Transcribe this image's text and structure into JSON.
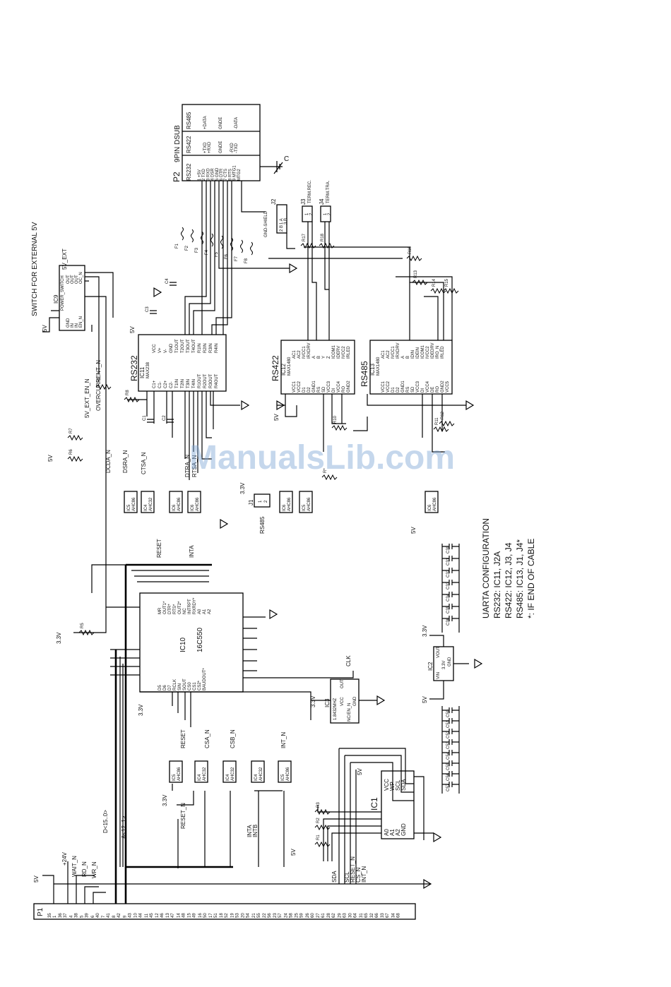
{
  "watermark": "ManualsLib.com",
  "connector_p2": {
    "ref": "P2",
    "title": "9PIN DSUB",
    "col_rs232": "RS232",
    "col_rs422": "RS422",
    "col_rs485": "RS485",
    "pins": [
      "1 +5V",
      "2 TXD",
      "3 RXD",
      "4 DSR",
      "5 GND",
      "6 DTR",
      "7 CTS",
      "8 RTS",
      "9 MTG1",
      "MTG2"
    ],
    "rs422": [
      "+TXD",
      "+RXD",
      "GNDE",
      "-RXD",
      "-TXD"
    ],
    "rs485": [
      "+DATA",
      "GNDE",
      "-DATA"
    ],
    "chassis": "C"
  },
  "jumpers": {
    "j2": "J2",
    "j2_pins": [
      "1 A",
      "2 B",
      "3 B"
    ],
    "gnd_shield": "GND-SHIELD",
    "j3": "J3",
    "j3_label": "TERM.REC.",
    "j4": "J4",
    "j4_label": "TERM.TRA.",
    "j1": "J1",
    "j1_label": "RS485",
    "pin1": "1",
    "pin2": "2"
  },
  "ferrites": [
    "F1",
    "F2",
    "F3",
    "F4",
    "F5",
    "F6",
    "F7",
    "F8"
  ],
  "resistors": [
    "R1",
    "R2",
    "R3",
    "R5",
    "R6",
    "R7",
    "R8",
    "R9",
    "R10",
    "R11",
    "R12",
    "R13",
    "R14",
    "R15",
    "R16",
    "R17",
    "R18",
    "R*"
  ],
  "caps": [
    "C1",
    "C2",
    "C3",
    "C4",
    "C30",
    "C31",
    "C32",
    "C33",
    "C34",
    "C35",
    "C36",
    "C50",
    "C51",
    "C52",
    "C53",
    "C54",
    "C55",
    "C56",
    "C57"
  ],
  "power": {
    "v5": "5V",
    "v33": "3.3V",
    "v24": "+24V",
    "v5ext": "5V_EXT"
  },
  "ic9": {
    "ref": "IC9",
    "part": "POWER_SWITCH",
    "title": "SWITCH FOR EXTERNAL 5V",
    "pins": [
      "GND",
      "IN",
      "IN",
      "EN_N",
      "OUT",
      "OUT",
      "OUT",
      "OC_N"
    ]
  },
  "ic11": {
    "ref": "IC11",
    "part": "MAX238",
    "title": "RS232",
    "left_pins": [
      "C1+",
      "C1-",
      "C2+",
      "C2-",
      "T1IN",
      "T2IN",
      "T3IN",
      "T4IN",
      "R1OUT",
      "R2OUT",
      "R3OUT",
      "R4OUT"
    ],
    "right_pins": [
      "VCC",
      "V+",
      "V-",
      "GND",
      "T1OUT",
      "T2OUT",
      "T3OUT",
      "T4OUT",
      "R1IN",
      "R2IN",
      "R3IN",
      "R4IN"
    ]
  },
  "ic12": {
    "ref": "IC12",
    "part": "MAX1480",
    "title": "RS422",
    "left_pins": [
      "VCC1",
      "VCC2",
      "D1",
      "D2",
      "GND1",
      "RS",
      "SD",
      "VCC3",
      "DI",
      "VCC4",
      "RO",
      "GND2"
    ],
    "right_pins": [
      "AC1",
      "AC2",
      "IVCC1",
      "IRXDRV",
      "A",
      "B",
      "Y",
      "Z",
      "ICOM1",
      "IDERV",
      "IVCC2",
      "IRLED"
    ]
  },
  "ic13": {
    "ref": "IC13",
    "part": "MAX1480",
    "title": "RS485",
    "left_pins": [
      "VCC1",
      "VCC2",
      "D1",
      "D2",
      "GND1",
      "RS",
      "SD",
      "VCC3",
      "DI",
      "VCC4",
      "DE",
      "RO",
      "GND2",
      "VCC5"
    ],
    "right_pins": [
      "AC1",
      "AC2",
      "IVCC1",
      "IRXDRV",
      "A",
      "B",
      "IDIN",
      "IDEIN",
      "ICOM1",
      "IVCC2",
      "IDEDRV",
      "IRO_N",
      "IRLED"
    ]
  },
  "ic10": {
    "ref": "IC10",
    "part": "16C550",
    "top_pins": [
      "MR",
      "OUT1*",
      "DTR*",
      "RTS*",
      "OUT2*",
      "NC",
      "INTRPT",
      "RXRDY*",
      "A0",
      "A1",
      "A2"
    ],
    "bottom_pins": [
      "D5",
      "D6",
      "D7",
      "RCLK",
      "SIN",
      "SOUT",
      "CS0",
      "CS1",
      "CS2*",
      "BAUDOUT*"
    ]
  },
  "ic3": {
    "ref": "IC3",
    "part": "1.8432MHZ",
    "pins": [
      "VCC",
      "OUT",
      "NC/EN_N",
      "GND"
    ]
  },
  "ic2": {
    "ref": "IC2",
    "pins": [
      "VIN",
      "VOUT",
      "3.3V",
      "GND"
    ]
  },
  "ic1": {
    "ref": "IC1",
    "pins": [
      "A0",
      "A1",
      "A2",
      "GND",
      "VCC",
      "WP",
      "SCL",
      "SDA"
    ]
  },
  "gates": [
    "AHC86",
    "AHC32",
    "AHC86",
    "AHC86",
    "AHC86",
    "AHC86",
    "AHC86",
    "AHC86",
    "AHC32",
    "AHC32",
    "AHC32",
    "AHC86"
  ],
  "gate_refs": [
    "IC5",
    "IC4",
    "IC6",
    "IC6",
    "IC6",
    "IC5",
    "IC6",
    "IC5",
    "IC4",
    "IC4",
    "IC4",
    "IC5"
  ],
  "nets": {
    "dcda": "DCDA_N",
    "dsra": "DSRA_N",
    "ctsa": "CTSA_N",
    "dtra": "DTRA_N",
    "rtsa": "RTSA_N",
    "reset": "RESET",
    "reset_n": "RESET_N",
    "inta": "INTA",
    "intb": "INTB",
    "csa": "CSA_N",
    "csb": "CSB_N",
    "int_n": "INT_N",
    "clk": "CLK",
    "ext_en": "5V_EXT_EN_N",
    "overcurrent": "OVERCURRENT_N",
    "dbus": "D<15..0>",
    "abus": "A<12..1>",
    "wait": "WAIT_N",
    "rd": "RD_N",
    "wr": "WR_N",
    "sda": "SDA",
    "scl": "SCL",
    "sreset": "RESET_N",
    "cs_n": "CS_N",
    "intn2": "INT_N"
  },
  "p1": {
    "ref": "P1",
    "pins": [
      "35",
      "1",
      "36",
      "37",
      "4",
      "38",
      "5",
      "39",
      "6",
      "40",
      "7",
      "41",
      "8",
      "42",
      "9",
      "43",
      "10",
      "44",
      "11",
      "45",
      "12",
      "46",
      "13",
      "47",
      "14",
      "48",
      "15",
      "49",
      "16",
      "50",
      "17",
      "51",
      "18",
      "52",
      "19",
      "53",
      "20",
      "54",
      "21",
      "55",
      "22",
      "56",
      "23",
      "57",
      "24",
      "58",
      "25",
      "59",
      "26",
      "60",
      "27",
      "61",
      "28",
      "62",
      "29",
      "63",
      "30",
      "64",
      "31",
      "65",
      "32",
      "66",
      "33",
      "67",
      "34",
      "68"
    ]
  },
  "notes": {
    "title": "UARTA CONFIGURATION",
    "l1": "RS232: IC11, J2A",
    "l2": "RS422: IC12, J3, J4",
    "l3": "RS485: IC13, J1, J4*",
    "l4": "*: IF END OF CABLE"
  }
}
